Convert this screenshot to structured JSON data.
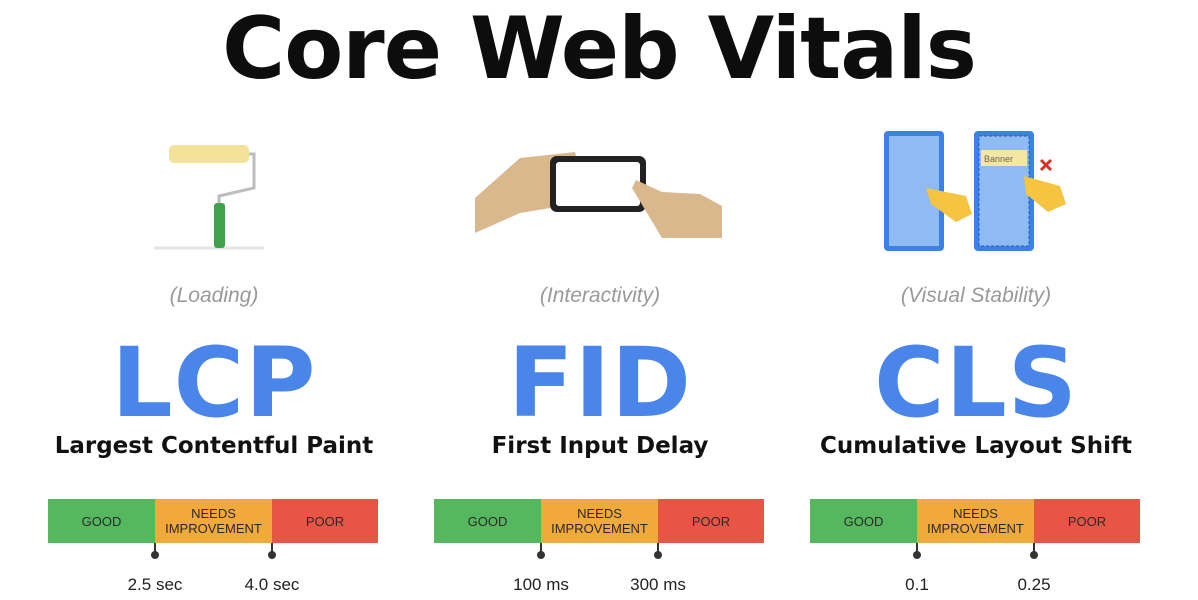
{
  "title": "Core Web Vitals",
  "metrics": [
    {
      "category": "(Loading)",
      "abbr": "LCP",
      "name": "Largest Contentful Paint",
      "segments": {
        "good": "GOOD",
        "needs": "NEEDS IMPROVEMENT",
        "poor": "POOR"
      },
      "thresholds": [
        "2.5 sec",
        "4.0 sec"
      ],
      "illustration": "paint-roller-icon"
    },
    {
      "category": "(Interactivity)",
      "abbr": "FID",
      "name": "First Input Delay",
      "segments": {
        "good": "GOOD",
        "needs": "NEEDS IMPROVEMENT",
        "poor": "POOR"
      },
      "thresholds": [
        "100 ms",
        "300 ms"
      ],
      "illustration": "hand-tapping-phone-icon"
    },
    {
      "category": "(Visual Stability)",
      "abbr": "CLS",
      "name": "Cumulative Layout Shift",
      "segments": {
        "good": "GOOD",
        "needs": "NEEDS IMPROVEMENT",
        "poor": "POOR"
      },
      "thresholds": [
        "0.1",
        "0.25"
      ],
      "illustration": "layout-shift-phones-icon",
      "banner_label": "Banner"
    }
  ],
  "colors": {
    "accent_blue": "#4a85ea",
    "good": "#55b85e",
    "needs_improvement": "#f2a93b",
    "poor": "#e85545"
  }
}
